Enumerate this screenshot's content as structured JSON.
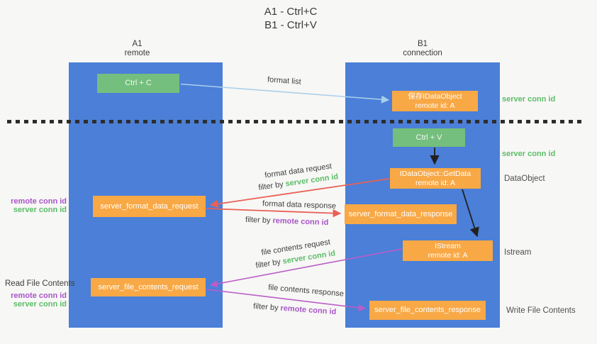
{
  "colors": {
    "lane_blue": "#4b7fd8",
    "box_orange": "#f8a845",
    "box_green": "#74bf7d",
    "server_conn_green": "#5cbd68",
    "remote_conn_purple": "#a855c8",
    "request_arrow_red": "#e96055",
    "file_arrow_purple": "#bb5dc8",
    "format_list_arrow_blue": "#a9cfec",
    "background": "#f7f7f5"
  },
  "title": {
    "line1": "A1 - Ctrl+C",
    "line2": "B1 - Ctrl+V"
  },
  "lanes": {
    "left": {
      "name": "A1",
      "role": "remote"
    },
    "right": {
      "name": "B1",
      "role": "connection"
    }
  },
  "boxes": {
    "ctrl_c": "Ctrl + C",
    "save_dataobject": {
      "line1": "保存IDataObject",
      "line2": "remote id: A"
    },
    "ctrl_v": "Ctrl + V",
    "getdata": {
      "line1": "IDataObject::GetData",
      "line2": "remote id: A"
    },
    "format_request": "server_format_data_request",
    "format_response": "server_format_data_response",
    "istream": {
      "line1": "IStream",
      "line2": "remote id: A"
    },
    "file_request": "server_file_contents_request",
    "file_response": "server_file_contents_response"
  },
  "arrow_labels": {
    "format_list": "format list",
    "format_data_request": "format data request",
    "format_data_response": "format data response",
    "file_contents_request": "file contents request",
    "file_contents_response": "file contents response",
    "filter_prefix": "filter by",
    "server_conn_id": "server conn id",
    "remote_conn_id": "remote conn id"
  },
  "side_labels": {
    "server_conn_id_top": "server conn id",
    "server_conn_id_mid": "server conn id",
    "dataobject": "DataObject",
    "istream": "Istream",
    "write_file_contents": "Write File Contents",
    "read_file_contents": "Read File Contents",
    "remote_conn_id_upper": "remote conn id",
    "server_conn_id_upper": "server conn id",
    "remote_conn_id_lower": "remote conn id",
    "server_conn_id_lower": "server conn id"
  }
}
